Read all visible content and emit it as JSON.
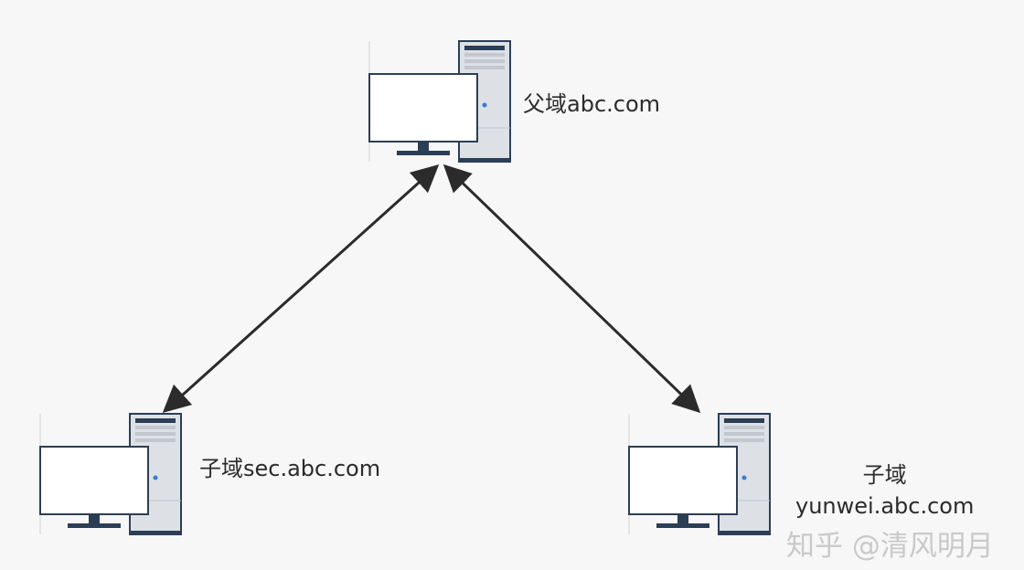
{
  "nodes": {
    "parent": {
      "label": "父域abc.com"
    },
    "child_sec": {
      "label": "子域sec.abc.com"
    },
    "child_yunwei": {
      "label_line1": "子域",
      "label_line2": "yunwei.abc.com"
    }
  },
  "edges": [
    {
      "from": "parent",
      "to": "child_sec",
      "type": "bidirectional"
    },
    {
      "from": "parent",
      "to": "child_yunwei",
      "type": "bidirectional"
    }
  ],
  "watermark": {
    "text": "知乎 @清风明月"
  },
  "colors": {
    "arrow": "#2b2b2b",
    "computer_outline": "#2c3e55",
    "tower_fill": "#dde1e6",
    "screen_fill": "#ffffff",
    "led": "#3a7bd5"
  }
}
